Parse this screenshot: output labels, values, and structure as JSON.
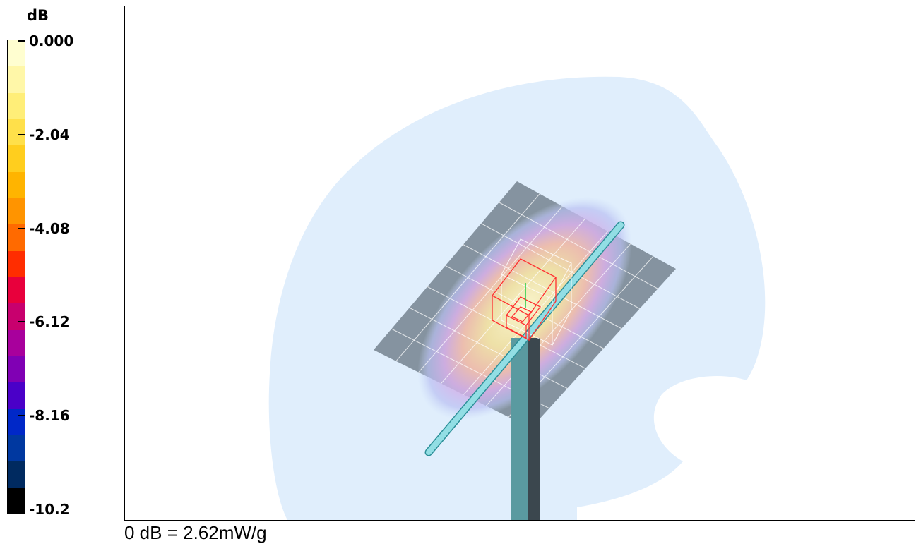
{
  "colorbar": {
    "unit": "dB",
    "labels": [
      "0.000",
      "-2.04",
      "-4.08",
      "-6.12",
      "-8.16",
      "-10.2"
    ],
    "colors": [
      "#fffed0",
      "#fff7a8",
      "#ffee78",
      "#ffe04a",
      "#ffce1e",
      "#ffb400",
      "#ff9400",
      "#ff6a00",
      "#ff2d00",
      "#e8003c",
      "#c8006e",
      "#a8009c",
      "#8000b4",
      "#4a00c8",
      "#0028c8",
      "#0038a0",
      "#002a60",
      "#000000"
    ]
  },
  "viewport": {
    "colors": {
      "field_outer": "#e0eefc",
      "plate": "#8593a0",
      "antenna": "#8ee3ea",
      "post_light": "#5a9aa0",
      "post_dark": "#3b474e",
      "probe_frame": "#ff3030",
      "grid": "#ffffff"
    }
  },
  "footnote": "0 dB = 2.62mW/g"
}
